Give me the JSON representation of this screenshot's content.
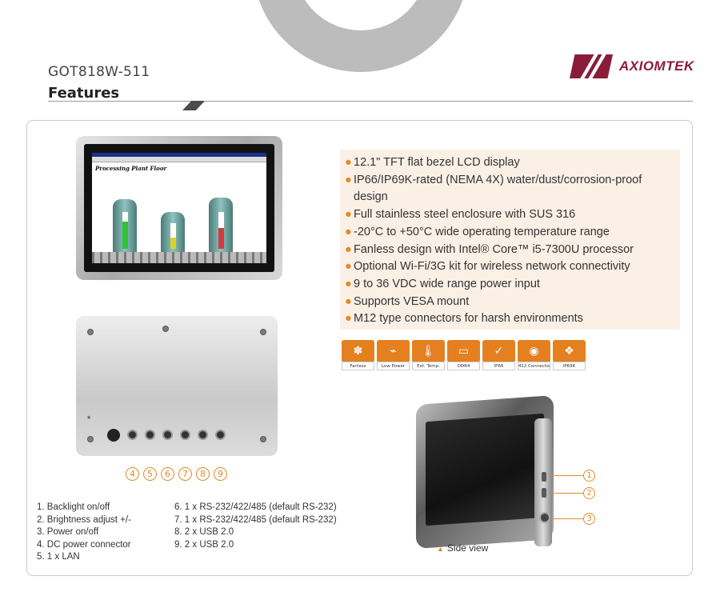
{
  "header": {
    "model": "GOT818W-511",
    "section_title": "Features",
    "logo_text": "AXIOMTEK"
  },
  "screen_app": {
    "caption": "Processing Plant Floor"
  },
  "features": [
    "12.1\" TFT flat bezel LCD display",
    "IP66/IP69K-rated (NEMA 4X) water/dust/corrosion-proof design",
    "Full stainless steel enclosure with SUS 316",
    "-20°C to +50°C wide operating temperature range",
    "Fanless design with Intel® Core™ i5-7300U processor",
    "Optional Wi-Fi/3G kit for wireless network connectivity",
    "9 to 36 VDC wide range power input",
    "Supports VESA mount",
    "M12 type connectors for harsh environments"
  ],
  "icons": [
    {
      "name": "fan-icon",
      "glyph": "✽",
      "label": "Fanless"
    },
    {
      "name": "low-power-icon",
      "glyph": "⌁",
      "label": "Low Power"
    },
    {
      "name": "thermometer-icon",
      "glyph": "🌡",
      "label": "Ext. Temp."
    },
    {
      "name": "ddr4-icon",
      "glyph": "▭",
      "label": "DDR4"
    },
    {
      "name": "ip66-icon",
      "glyph": "✓",
      "label": "IP66"
    },
    {
      "name": "m12-connector-icon",
      "glyph": "◉",
      "label": "M12 Connector"
    },
    {
      "name": "ip69k-icon",
      "glyph": "❖",
      "label": "IP69K"
    }
  ],
  "rear_callouts": [
    "4",
    "5",
    "6",
    "7",
    "8",
    "9"
  ],
  "legend_left": [
    "1. Backlight on/off",
    "2. Brightness adjust +/-",
    "3. Power on/off",
    "4. DC power connector",
    "5. 1 x LAN"
  ],
  "legend_right": [
    "6. 1 x RS-232/422/485 (default RS-232)",
    "7. 1 x RS-232/422/485 (default RS-232)",
    "8. 2 x USB 2.0",
    "9. 2 x USB 2.0"
  ],
  "side_callouts": [
    "1",
    "2",
    "3"
  ],
  "side_caption": "Side view",
  "colors": {
    "accent": "#e38a2b",
    "brand": "#8a1c3a",
    "feature_bg": "#fbf0e6"
  }
}
